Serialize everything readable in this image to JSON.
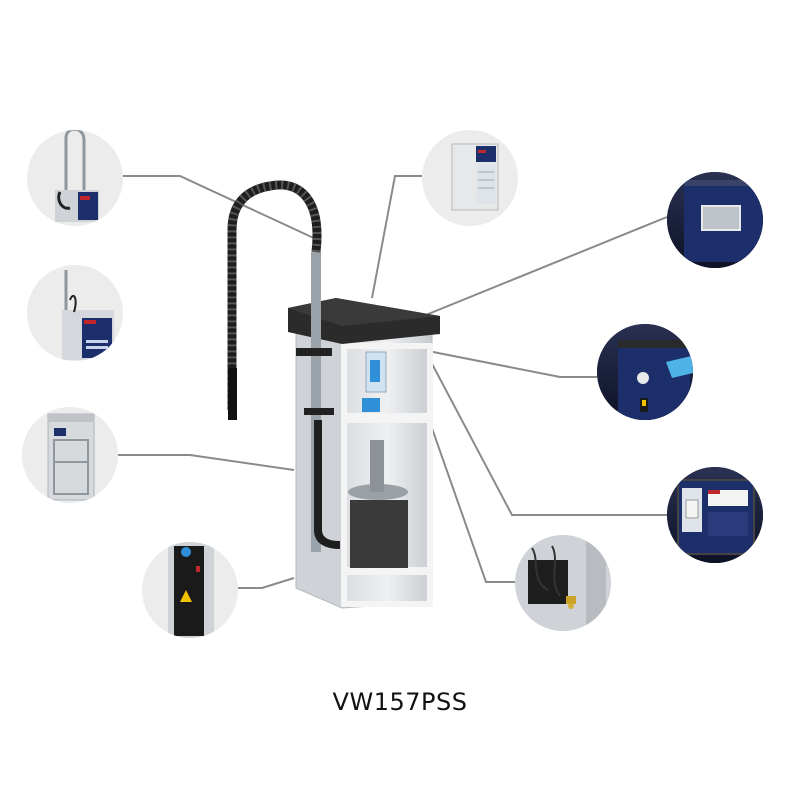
{
  "caption": "VW157PSS",
  "colors": {
    "leader_line": "#8a8a8a",
    "callout_bg_light": "#ececec",
    "callout_bg_dark": "#1b2240",
    "panel_navy": "#1d2f6b",
    "cabinet_top": "#2b2b2b",
    "frame": "#f4f4f4",
    "hose": "#1e1e1e",
    "tube": "#9aa2aa",
    "accent_red": "#c0272d",
    "accent_blue": "#2f8fd8"
  },
  "callouts": [
    {
      "id": "vacuum-unit-front",
      "icon": "vacuum-with-hose-thumbnail",
      "tone": "light"
    },
    {
      "id": "vacuum-unit-side",
      "icon": "vacuum-side-view-thumbnail",
      "tone": "light"
    },
    {
      "id": "stainless-cabinet",
      "icon": "stainless-cabinet-thumbnail",
      "tone": "light"
    },
    {
      "id": "coin-door",
      "icon": "coin-door-thumbnail",
      "tone": "light"
    },
    {
      "id": "control-box",
      "icon": "control-box-thumbnail",
      "tone": "light"
    },
    {
      "id": "display-panel",
      "icon": "display-screen-thumbnail",
      "tone": "dark"
    },
    {
      "id": "card-reader",
      "icon": "card-reader-thumbnail",
      "tone": "dark"
    },
    {
      "id": "payment-terminal",
      "icon": "payment-terminal-thumbnail",
      "tone": "dark"
    },
    {
      "id": "lock-mechanism",
      "icon": "lock-mechanism-thumbnail",
      "tone": "light"
    }
  ]
}
